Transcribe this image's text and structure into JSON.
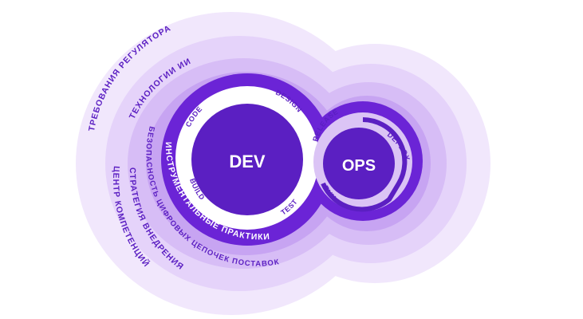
{
  "colors": {
    "outer": "#F1E7FC",
    "ring2": "#E5D3FA",
    "ring3": "#D7BDF6",
    "ring4": "#C7A4F2",
    "band": "#6B24D6",
    "core": "#5B1FC2",
    "white": "#FFFFFF",
    "gear": "#DBC4F5"
  },
  "layers": {
    "regulator": "ТРЕБОВАНИЯ РЕГУЛЯТОРА",
    "ai": "ТЕХНОЛОГИИ ИИ",
    "supply_chain": "БЕЗОПАСНОСТЬ ЦИФРОВЫХ ЦЕПОЧЕК ПОСТАВОК",
    "tools": "ИНСТРУМЕНТАЛЬНЫЕ ПРАКТИКИ",
    "strategy": "СТРАТЕГИЯ ВНЕДРЕНИЯ",
    "competence": "ЦЕНТР КОМПЕТЕНЦИЙ"
  },
  "dev": {
    "title": "DEV",
    "stages": [
      "CODE",
      "DESIGN",
      "BUILD",
      "TEST"
    ]
  },
  "ops": {
    "title": "OPS",
    "stages": [
      "RELEASE",
      "DEPLOY",
      "RUN"
    ]
  }
}
